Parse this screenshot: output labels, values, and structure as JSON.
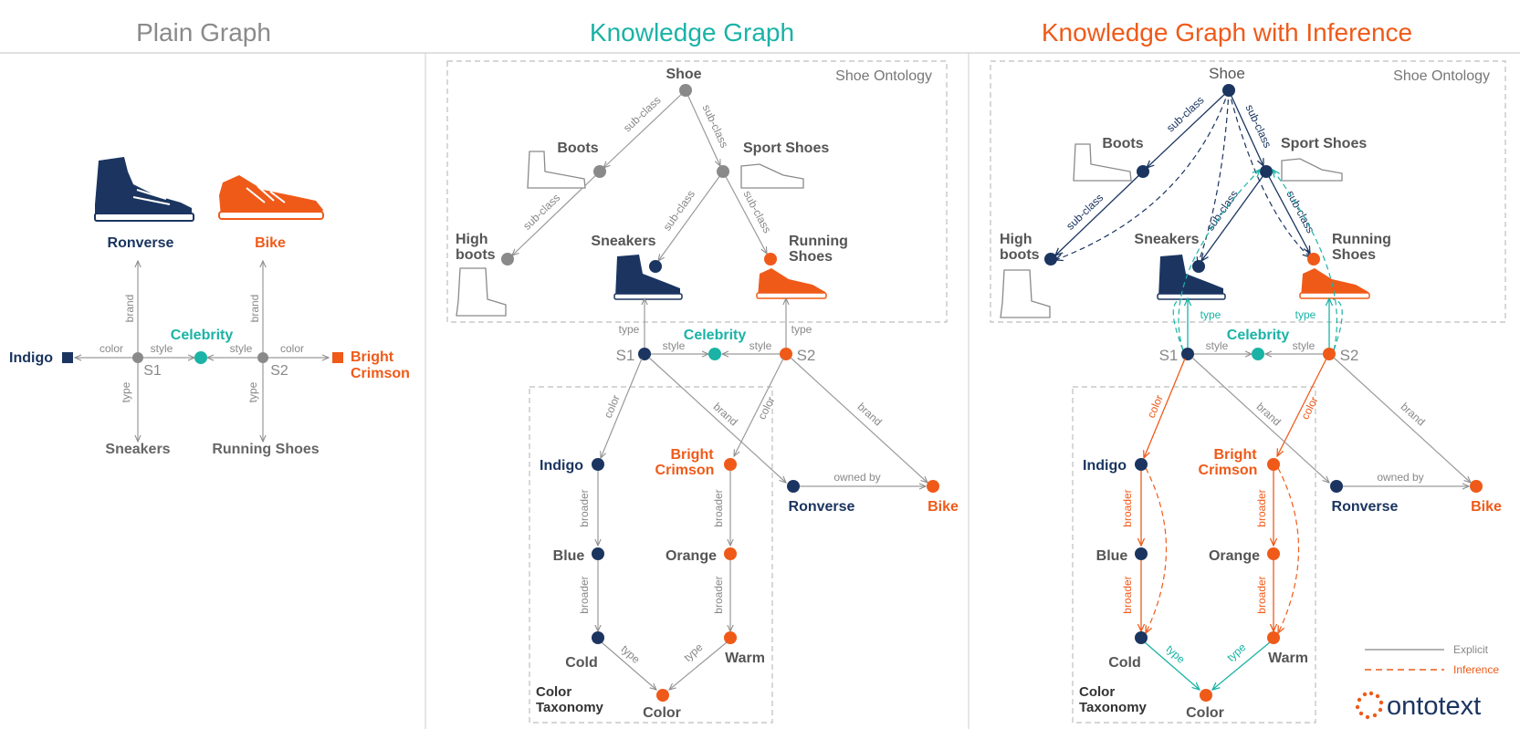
{
  "colors": {
    "navy": "#1b3560",
    "orange": "#ef5a19",
    "teal": "#1ab3a6",
    "gray": "#777777",
    "edge": "#9a9a9a",
    "box": "#bdbdbd"
  },
  "panels": {
    "plain": {
      "title": "Plain Graph",
      "nodes": {
        "ronverse": "Ronverse",
        "bike": "Bike",
        "celebrity": "Celebrity",
        "indigo": "Indigo",
        "bright1": "Bright",
        "bright2": "Crimson",
        "s1": "S1",
        "s2": "S2",
        "sneakers": "Sneakers",
        "running": "Running Shoes"
      },
      "edges": {
        "brand1": "brand",
        "brand2": "brand",
        "color1": "color",
        "color2": "color",
        "style1": "style",
        "style2": "style",
        "type1": "type",
        "type2": "type"
      }
    },
    "kg": {
      "title": "Knowledge Graph",
      "ontology_label": "Shoe Ontology",
      "taxonomy_label_1": "Color",
      "taxonomy_label_2": "Taxonomy",
      "nodes": {
        "shoe": "Shoe",
        "boots": "Boots",
        "sport": "Sport Shoes",
        "high1": "High",
        "high2": "boots",
        "sneakers": "Sneakers",
        "running1": "Running",
        "running2": "Shoes",
        "s1": "S1",
        "s2": "S2",
        "celebrity": "Celebrity",
        "indigo": "Indigo",
        "bright1": "Bright",
        "bright2": "Crimson",
        "blue": "Blue",
        "orange": "Orange",
        "cold": "Cold",
        "warm": "Warm",
        "color": "Color",
        "ronverse": "Ronverse",
        "bike": "Bike"
      },
      "edges": {
        "subclass": "sub-class",
        "type": "type",
        "style": "style",
        "color": "color",
        "brand": "brand",
        "broader": "broader",
        "owned_by": "owned by"
      }
    },
    "kgi": {
      "title": "Knowledge Graph with Inference",
      "ontology_label": "Shoe Ontology",
      "taxonomy_label_1": "Color",
      "taxonomy_label_2": "Taxonomy",
      "nodes": {
        "shoe": "Shoe",
        "boots": "Boots",
        "sport": "Sport Shoes",
        "high1": "High",
        "high2": "boots",
        "sneakers": "Sneakers",
        "running1": "Running",
        "running2": "Shoes",
        "s1": "S1",
        "s2": "S2",
        "celebrity": "Celebrity",
        "indigo": "Indigo",
        "bright1": "Bright",
        "bright2": "Crimson",
        "blue": "Blue",
        "orange": "Orange",
        "cold": "Cold",
        "warm": "Warm",
        "color": "Color",
        "ronverse": "Ronverse",
        "bike": "Bike"
      },
      "edges": {
        "subclass": "sub-class",
        "type": "type",
        "style": "style",
        "color": "color",
        "brand": "brand",
        "broader": "broader",
        "owned_by": "owned by"
      }
    }
  },
  "legend": {
    "explicit": "Explicit",
    "inference": "Inference"
  },
  "logo": {
    "text": "ontotext"
  }
}
